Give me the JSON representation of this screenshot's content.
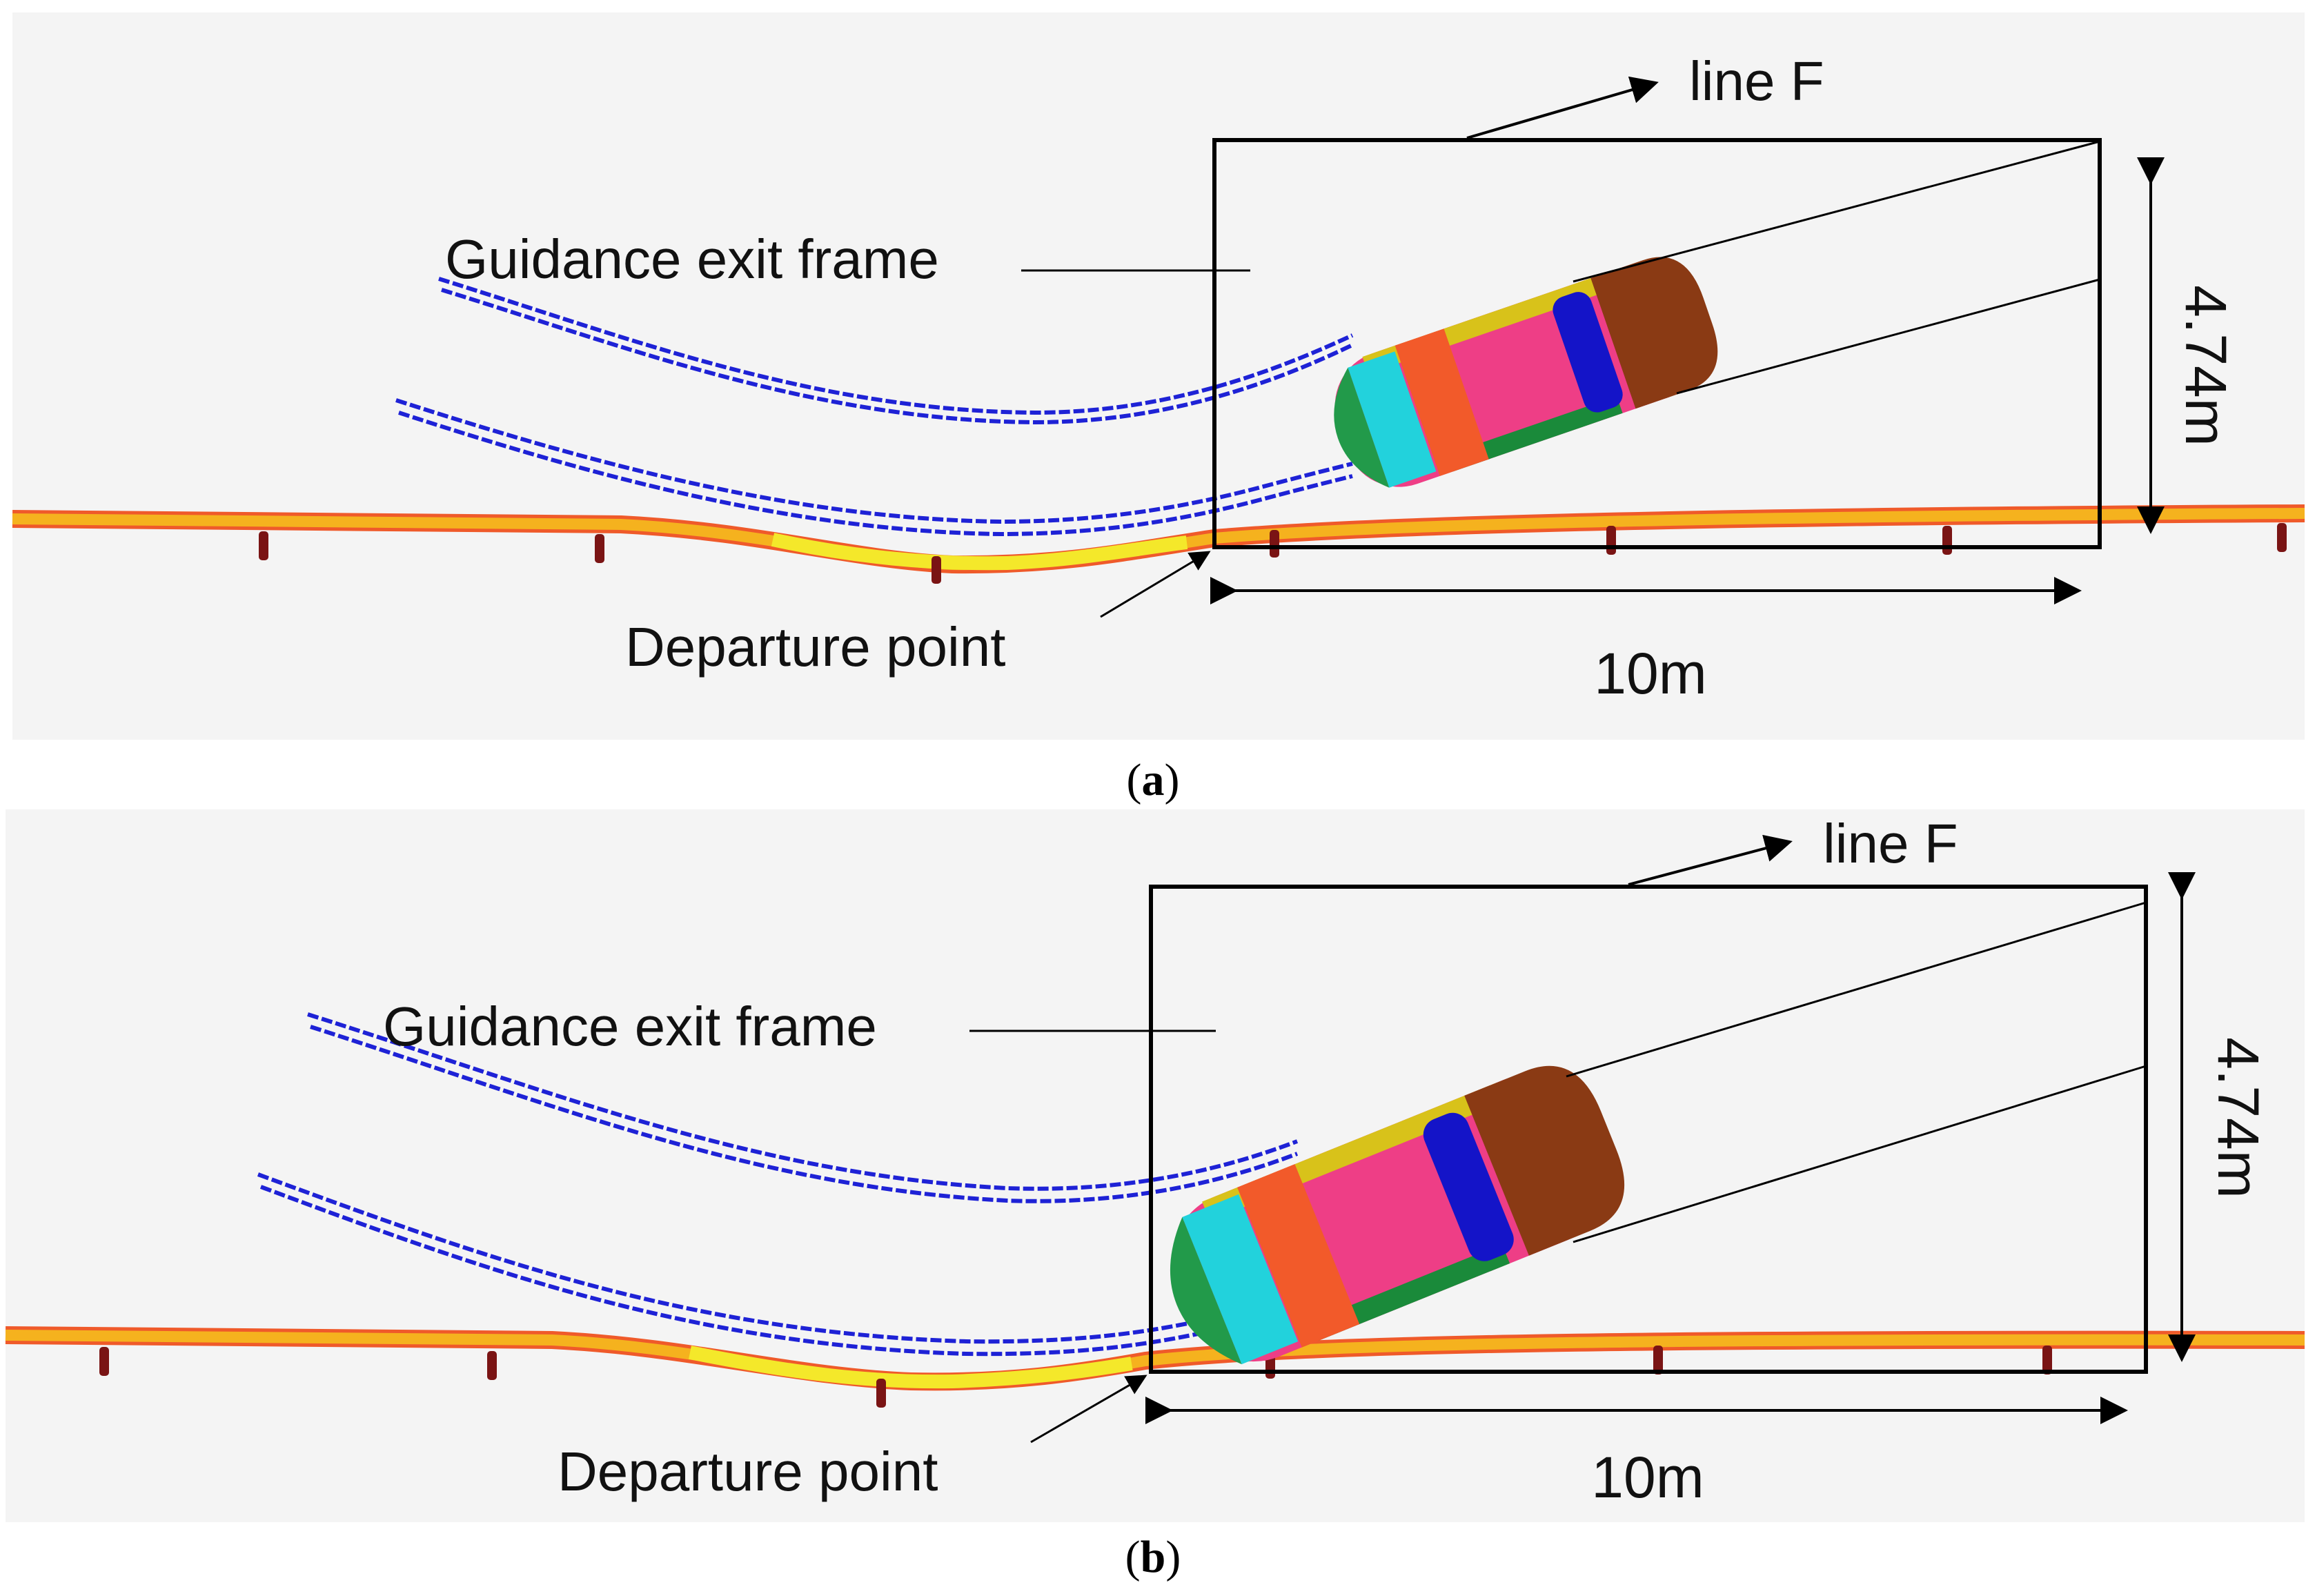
{
  "panels": [
    {
      "id": "a",
      "caption_letter": "a",
      "labels": {
        "line_f": "line F",
        "guidance_exit_frame": "Guidance exit frame",
        "departure_point": "Departure point",
        "length": "10m",
        "width": "4.74m"
      }
    },
    {
      "id": "b",
      "caption_letter": "b",
      "labels": {
        "line_f": "line F",
        "guidance_exit_frame": "Guidance exit frame",
        "departure_point": "Departure point",
        "length": "10m",
        "width": "4.74m"
      }
    }
  ],
  "colors": {
    "background": "#f4f4f4",
    "tire_tracks": "#1e22d6",
    "guardrail": "#f5b21e",
    "guardrail_edge": "#ef5a2a",
    "guardrail_highlight": "#f4e82a",
    "post": "#7a1414",
    "frame": "#000000",
    "car_body": "#ee3e86",
    "car_rear": "#8a3a14",
    "car_window": "#1414c8",
    "car_side": "#f25a2a",
    "car_front": "#22d2dc",
    "car_bumper": "#229a4a",
    "car_trim_yellow": "#d8c21a",
    "car_trim_green": "#1a8a3a"
  }
}
